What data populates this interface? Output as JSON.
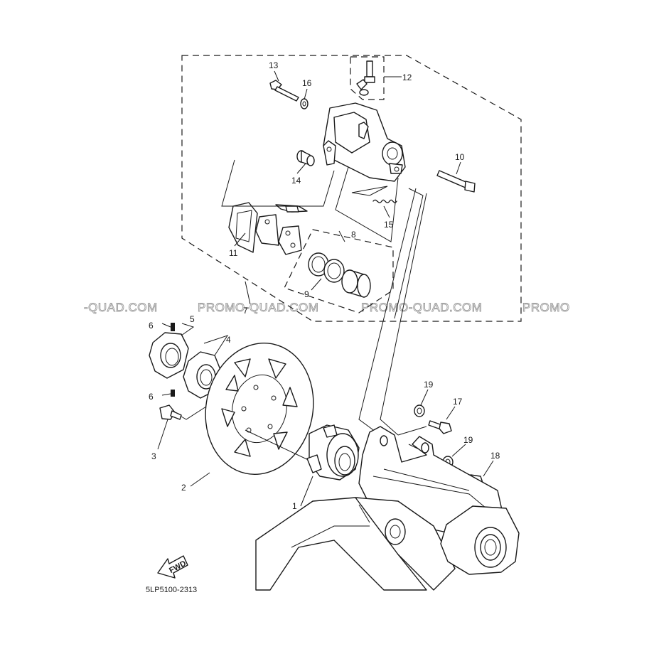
{
  "diagram": {
    "code": "5LP5100-2313",
    "fwd_label": "FWD",
    "watermark": [
      "-QUAD.COM",
      "PROMO-QUAD.COM",
      "PROMO-QUAD.COM",
      "PROMO"
    ],
    "callouts": {
      "p1": "1",
      "p2": "2",
      "p3": "3",
      "p4": "4",
      "p5": "5",
      "p6a": "6",
      "p6b": "6",
      "p7": "7",
      "p8": "8",
      "p9": "9",
      "p10": "10",
      "p11": "11",
      "p12": "12",
      "p13": "13",
      "p14": "14",
      "p15": "15",
      "p16": "16",
      "p17": "17",
      "p18": "18",
      "p19a": "19",
      "p19b": "19"
    }
  }
}
